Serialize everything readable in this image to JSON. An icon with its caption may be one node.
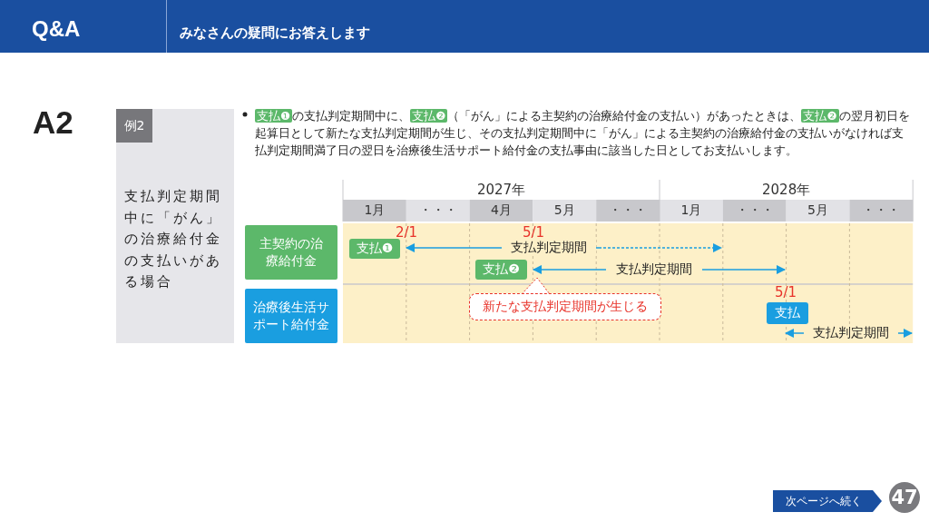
{
  "diagram": {
    "nodes": [
      {
        "text": [
          "主契約の治療給付金"
        ]
      },
      {
        "text": [
          "治療後生活サポート給付金"
        ]
      },
      {
        "text": [
          "支払❶"
        ]
      },
      {
        "text": [
          "支払❷"
        ]
      },
      {
        "text": [
          "新たな支払判定期間が生じる"
        ]
      },
      {
        "text": [
          "支払"
        ]
      }
    ],
    "edges": [],
    "labels": [
      "Q&A",
      "みなさんの疑問にお答えします",
      "A2",
      "例2",
      "支払判定期間中に「がん」の治療給付金の支払いがある場合",
      "**支払❶**の支払判定期間中に、**支払❷**（「がん」による主契約の治療給付金の支払い）があったときは、**支払❷**の翌月初日を起算日として新たな支払判定期間が生じ、その支払判定期間中に「がん」による主契約の治療給付金の支払いがなければ支払判定期間満了日の翌日を治療後生活サポート給付金の支払事由に該当した日としてお支払いします。",
      "2027年",
      "2028年",
      "1月",
      "・・・",
      "4月",
      "5月",
      "・・・",
      "1月",
      "・・・",
      "5月",
      "・・・",
      "2/1",
      "5/1",
      "支払判定期間",
      "支払判定期間",
      "5/1",
      "支払判定期間",
      "次ページへ続く",
      "47"
    ]
  }
}
